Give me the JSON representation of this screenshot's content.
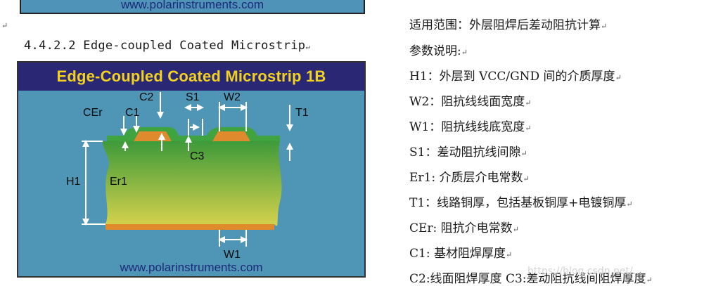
{
  "top_banner": {
    "url": "www.polarinstruments.com"
  },
  "section_title": "4.4.2.2 Edge-coupled Coated Microstrip",
  "para_mark": "↵",
  "diagram": {
    "title": "Edge-Coupled Coated Microstrip 1B",
    "url": "www.polarinstruments.com",
    "labels": {
      "c2": "C2",
      "s1": "S1",
      "w2": "W2",
      "cer": "CEr",
      "c1": "C1",
      "t1": "T1",
      "c3": "C3",
      "h1": "H1",
      "er1": "Er1",
      "w1": "W1"
    },
    "colors": {
      "background": "#4f95b5",
      "title_bar": "#2a2775",
      "title_text": "#f2d21e",
      "solder_mask": "#3fa33f",
      "copper": "#e08a2e",
      "substrate_top": "#3e9a3a",
      "substrate_bottom": "#d6d24c"
    }
  },
  "description": {
    "scope": "适用范围：外层阻焊后差动阻抗计算",
    "params_heading": "参数说明:",
    "lines": [
      "H1：外层到 VCC/GND 间的介质厚度",
      "W2：阻抗线线面宽度",
      "W1：阻抗线线底宽度",
      "S1：差动阻抗线间隙",
      "Er1:  介质层介电常数",
      "T1：线路铜厚，包括基板铜厚+电镀铜厚",
      "CEr: 阻抗介电常数",
      "C1:  基材阻焊厚度",
      "C2:线面阻焊厚度  C3:差动阻抗线间阻焊厚度"
    ]
  },
  "watermark": "https://blog.csdn.net/..."
}
